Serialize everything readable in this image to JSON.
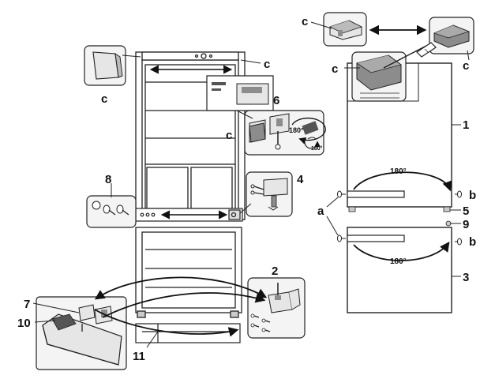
{
  "labels": {
    "c": "c",
    "a": "a",
    "b": "b",
    "n1": "1",
    "n2": "2",
    "n3": "3",
    "n4": "4",
    "n5": "5",
    "n6": "6",
    "n7": "7",
    "n8": "8",
    "n9": "9",
    "n10": "10",
    "n11": "11"
  },
  "angles": {
    "upper_door": "180°",
    "lower_door": "180°",
    "hinge_rotate": "180°",
    "hinge_rotate_small": "180°"
  },
  "colors": {
    "line": "#222222",
    "inset_fill": "#f4f4f4",
    "part_fill": "#e6e6e6",
    "dark_part": "#8c8c8c"
  }
}
